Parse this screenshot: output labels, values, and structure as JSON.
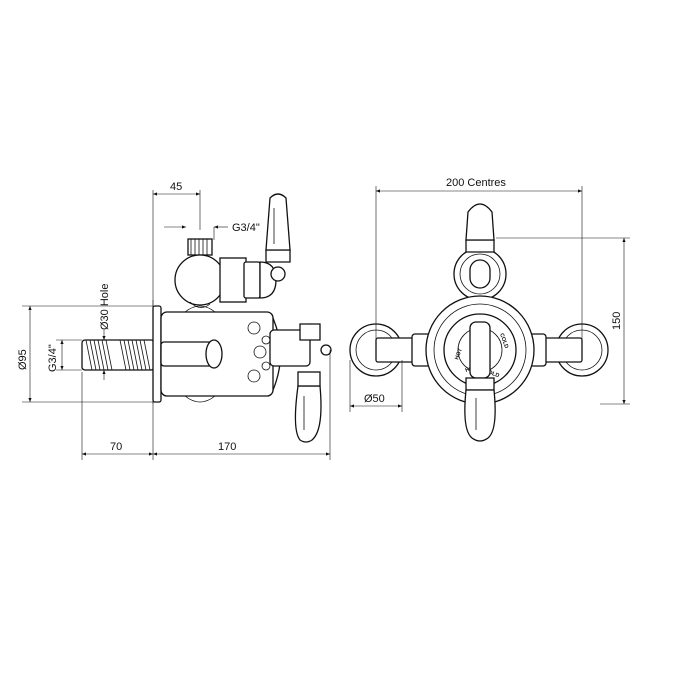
{
  "dimensions": {
    "side_offset": "45",
    "side_thread_top": "G3/4\"",
    "side_hole": "Ø30 Hole",
    "side_height": "Ø95",
    "side_thread_left": "G3/4\"",
    "side_depth_left": "70",
    "side_depth_right": "170",
    "front_centres": "200 Centres",
    "front_height": "150",
    "front_diameter": "Ø50"
  },
  "dial_labels": {
    "hot": "HOT",
    "cold": "COLD",
    "hot2": "HOT",
    "cold2": "COLD"
  }
}
